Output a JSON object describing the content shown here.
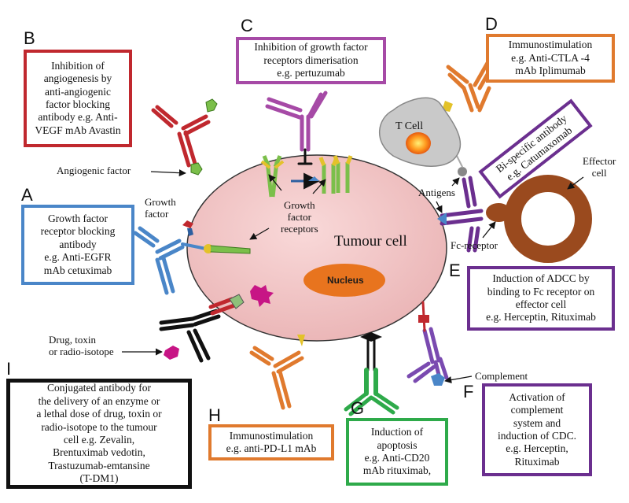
{
  "sections": [
    {
      "letter": "A",
      "lines": [
        "Growth factor",
        "receptor blocking",
        "antibody",
        "e.g.  Anti-EGFR",
        "mAb cetuximab"
      ],
      "color": "#4a86c8"
    },
    {
      "letter": "B",
      "lines": [
        "Inhibition of",
        "angiogenesis by",
        "anti-angiogenic",
        "factor blocking",
        "antibody e.g. Anti-",
        "VEGF mAb Avastin"
      ],
      "color": "#c0282e"
    },
    {
      "letter": "C",
      "lines": [
        "Inhibition of growth factor",
        "receptors dimerisation",
        "e.g.  pertuzumab"
      ],
      "color": "#a64aa6"
    },
    {
      "letter": "D",
      "lines": [
        "Immunostimulation",
        "e.g.  Anti-CTLA -4",
        "mAb Iplimumab"
      ],
      "color": "#e07a2e"
    },
    {
      "letter": "E",
      "lines": [
        "Induction of ADCC by",
        "binding to Fc receptor on",
        "effector cell",
        "e.g. Herceptin, Rituximab"
      ],
      "color": "#6b2f8f"
    },
    {
      "letter": "F",
      "lines": [
        "Activation of",
        "complement",
        "system and",
        "induction of CDC.",
        "e.g.  Herceptin,",
        "Rituximab"
      ],
      "color": "#6b2f8f"
    },
    {
      "letter": "G",
      "lines": [
        "Induction of",
        "apoptosis",
        "e.g.  Anti-CD20",
        "mAb rituximab,"
      ],
      "color": "#2eaa4a"
    },
    {
      "letter": "H",
      "lines": [
        "Immunostimulation",
        "e.g. anti-PD-L1 mAb"
      ],
      "color": "#e07a2e"
    },
    {
      "letter": "I",
      "lines": [
        "Conjugated antibody for",
        "the delivery of an enzyme or",
        "a lethal dose of drug, toxin or",
        "radio-isotope to the tumour",
        "cell e.g. Zevalin,",
        "Brentuximab vedotin,",
        "Trastuzumab-emtansine",
        "(T-DM1)"
      ],
      "color": "#111111"
    }
  ],
  "bispecific": {
    "lines": [
      "Bi-specific antibody",
      "e.g. Catumaxomab"
    ],
    "color": "#6b2f8f"
  },
  "labels": {
    "tumour_cell": "Tumour cell",
    "nucleus": "Nucleus",
    "t_cell": "T Cell",
    "effector_cell": [
      "Effector",
      "cell"
    ],
    "antigens": "Antigens",
    "fc_receptor": "Fc-receptor",
    "growth_factor": [
      "Growth",
      "factor"
    ],
    "growth_factor_receptors": [
      "Growth",
      "factor",
      "receptors"
    ],
    "angiogenic_factor": "Angiogenic factor",
    "drug": [
      "Drug, toxin",
      "or radio-isotope"
    ],
    "complement": "Complement"
  },
  "colors": {
    "tumour_fill": "#f3c6c7",
    "nucleus_fill": "#e8741e",
    "effector_fill": "#9a4a1e",
    "tcell_fill": "#c9c9c9"
  }
}
